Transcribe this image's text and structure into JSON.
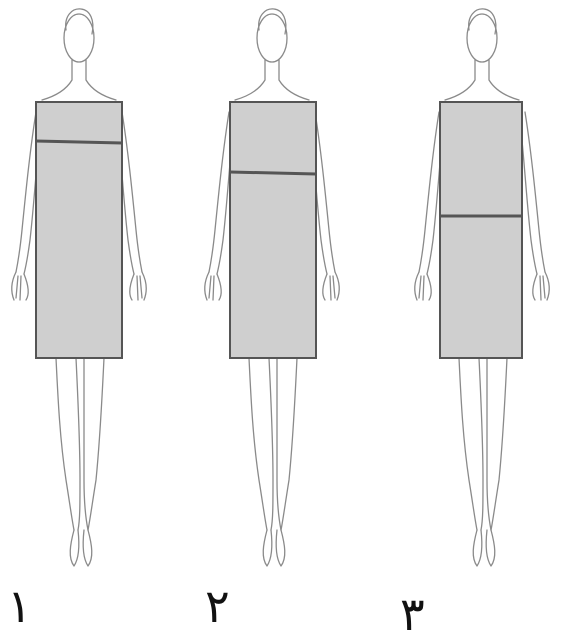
{
  "figures": [
    {
      "id": "1",
      "label": "١",
      "waist_level": "high"
    },
    {
      "id": "2",
      "label": "٢",
      "waist_level": "mid"
    },
    {
      "id": "3",
      "label": "٣",
      "waist_level": "low"
    }
  ],
  "colors": {
    "dress_fill": "#cfcfcf",
    "dress_stroke": "#555555",
    "body_stroke": "#8a8a8a",
    "background": "#ffffff"
  }
}
